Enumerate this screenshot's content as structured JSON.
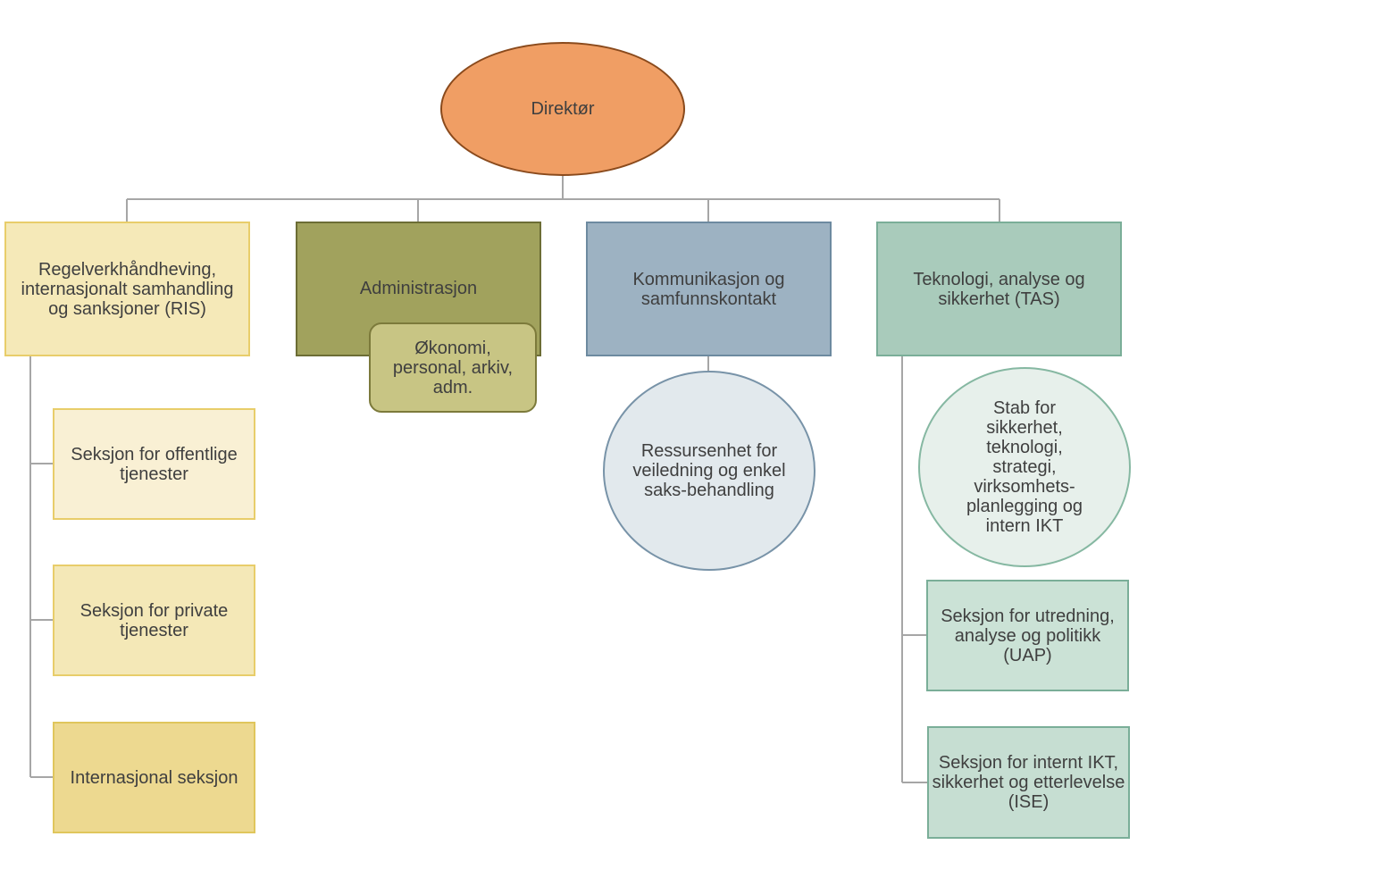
{
  "org_chart": {
    "director": "Direktør",
    "departments": {
      "ris": {
        "label": "Regelverkhåndheving, internasjonalt samhandling og sanksjoner (RIS)",
        "sections": {
          "offentlige": "Seksjon for offentlige tjenester",
          "private": "Seksjon for private tjenester",
          "internasjonal": "Internasjonal seksjon"
        }
      },
      "administrasjon": {
        "label": "Administrasjon",
        "subunit": "Økonomi, personal, arkiv, adm."
      },
      "kommunikasjon": {
        "label": "Kommunikasjon og samfunnskontakt",
        "subunit": "Ressursenhet for veiledning og enkel saks-behandling"
      },
      "tas": {
        "label": "Teknologi, analyse og sikkerhet (TAS)",
        "stab": "Stab for sikkerhet, teknologi, strategi, virksomhets-planlegging og intern IKT",
        "sections": {
          "uap": "Seksjon for utredning, analyse og politikk (UAP)",
          "ise": "Seksjon for internt IKT, sikkerhet og etterlevelse (ISE)"
        }
      }
    }
  },
  "colors": {
    "connector": "#a6a6a6",
    "director_fill": "#f09e64",
    "ris_fill": "#f5e9b8",
    "administrasjon_fill": "#a1a25d",
    "kommunikasjon_fill": "#9db2c2",
    "tas_fill": "#a9cbbb"
  }
}
